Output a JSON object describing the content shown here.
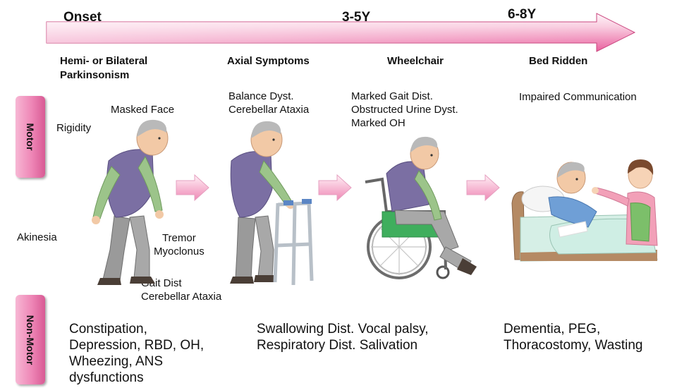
{
  "timeline": {
    "onset": "Onset",
    "mid": "3-5Y",
    "late": "6-8Y"
  },
  "stages": {
    "s1": "Hemi- or Bilateral\nParkinsonism",
    "s2": "Axial Symptoms",
    "s3": "Wheelchair",
    "s4": "Bed Ridden"
  },
  "tabs": {
    "motor": "Motor",
    "nonmotor": "Non-Motor"
  },
  "motor": {
    "rigidity": "Rigidity",
    "masked_face": "Masked Face",
    "akinesia": "Akinesia",
    "tremor": "Tremor\nMyoclonus",
    "gait": "Gait Dist\nCerebellar Ataxia",
    "axial": "Balance Dyst.\nCerebellar Ataxia",
    "wheelchair": "Marked Gait Dist.\nObstructed Urine Dyst.\nMarked OH",
    "bed": "Impaired Communication"
  },
  "nonmotor": {
    "early": "Constipation,\nDepression, RBD, OH,\nWheezing, ANS\ndysfunctions",
    "mid": "Swallowing Dist. Vocal palsy,\nRespiratory Dist. Salivation",
    "late": "Dementia, PEG,\nThoracostomy, Wasting"
  },
  "colors": {
    "arrow_light": "#fde3ee",
    "arrow_dark": "#ea5f9d",
    "tab_pink": "#ee86b6",
    "vest_purple": "#7b6fa3",
    "shirt_green": "#9cc48a",
    "pants_gray": "#9a9a9a",
    "walker_blue": "#5b86c5",
    "seat_green": "#3fae5d"
  }
}
